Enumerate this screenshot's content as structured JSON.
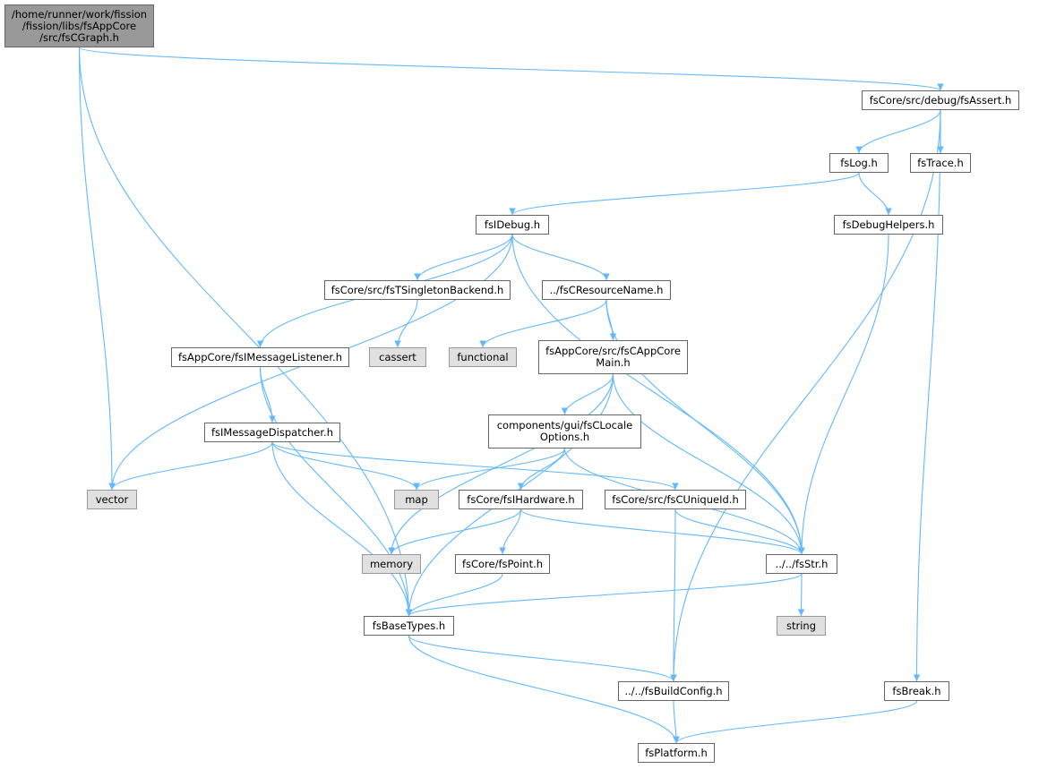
{
  "colors": {
    "edge": "#63b8ff",
    "node_border": "#666666",
    "root_fill": "#999999",
    "system_fill": "#e0e0e0",
    "system_border": "#999999"
  },
  "nodes": [
    {
      "id": "root",
      "label": "/home/runner/work/fission\n/fission/libs/fsAppCore\n/src/fsCGraph.h",
      "kind": "root"
    },
    {
      "id": "fsassert",
      "label": "fsCore/src/debug/fsAssert.h",
      "kind": "file"
    },
    {
      "id": "fslog",
      "label": "fsLog.h",
      "kind": "file"
    },
    {
      "id": "fstrace",
      "label": "fsTrace.h",
      "kind": "file"
    },
    {
      "id": "fsidebug",
      "label": "fsIDebug.h",
      "kind": "file"
    },
    {
      "id": "fsdebughelpers",
      "label": "fsDebugHelpers.h",
      "kind": "file"
    },
    {
      "id": "singleton",
      "label": "fsCore/src/fsTSingletonBackend.h",
      "kind": "file"
    },
    {
      "id": "resname",
      "label": "../fsCResourceName.h",
      "kind": "file"
    },
    {
      "id": "listener",
      "label": "fsAppCore/fsIMessageListener.h",
      "kind": "file"
    },
    {
      "id": "cassert",
      "label": "cassert",
      "kind": "system"
    },
    {
      "id": "functional",
      "label": "functional",
      "kind": "system"
    },
    {
      "id": "appcoremain",
      "label": "fsAppCore/src/fsCAppCore\nMain.h",
      "kind": "file"
    },
    {
      "id": "dispatcher",
      "label": "fsIMessageDispatcher.h",
      "kind": "file"
    },
    {
      "id": "locale",
      "label": "components/gui/fsCLocale\nOptions.h",
      "kind": "file"
    },
    {
      "id": "vector",
      "label": "vector",
      "kind": "system"
    },
    {
      "id": "map",
      "label": "map",
      "kind": "system"
    },
    {
      "id": "hardware",
      "label": "fsCore/fsIHardware.h",
      "kind": "file"
    },
    {
      "id": "uniqueid",
      "label": "fsCore/src/fsCUniqueId.h",
      "kind": "file"
    },
    {
      "id": "memory",
      "label": "memory",
      "kind": "system"
    },
    {
      "id": "point",
      "label": "fsCore/fsPoint.h",
      "kind": "file"
    },
    {
      "id": "fsstr",
      "label": "../../fsStr.h",
      "kind": "file"
    },
    {
      "id": "basetypes",
      "label": "fsBaseTypes.h",
      "kind": "file"
    },
    {
      "id": "string",
      "label": "string",
      "kind": "system"
    },
    {
      "id": "buildconfig",
      "label": "../../fsBuildConfig.h",
      "kind": "file"
    },
    {
      "id": "fsbreak",
      "label": "fsBreak.h",
      "kind": "file"
    },
    {
      "id": "platform",
      "label": "fsPlatform.h",
      "kind": "file"
    }
  ],
  "edges": [
    [
      "root",
      "fsassert"
    ],
    [
      "root",
      "vector"
    ],
    [
      "root",
      "basetypes"
    ],
    [
      "fsassert",
      "fslog"
    ],
    [
      "fsassert",
      "fstrace"
    ],
    [
      "fsassert",
      "buildconfig"
    ],
    [
      "fsassert",
      "fsbreak"
    ],
    [
      "fslog",
      "fsidebug"
    ],
    [
      "fslog",
      "fsdebughelpers"
    ],
    [
      "fsdebughelpers",
      "fsstr"
    ],
    [
      "fsidebug",
      "singleton"
    ],
    [
      "fsidebug",
      "resname"
    ],
    [
      "fsidebug",
      "listener"
    ],
    [
      "fsidebug",
      "vector"
    ],
    [
      "fsidebug",
      "fsstr"
    ],
    [
      "singleton",
      "cassert"
    ],
    [
      "resname",
      "functional"
    ],
    [
      "resname",
      "appcoremain"
    ],
    [
      "resname",
      "fsstr"
    ],
    [
      "listener",
      "dispatcher"
    ],
    [
      "listener",
      "basetypes"
    ],
    [
      "appcoremain",
      "locale"
    ],
    [
      "appcoremain",
      "memory"
    ],
    [
      "appcoremain",
      "basetypes"
    ],
    [
      "appcoremain",
      "fsstr"
    ],
    [
      "dispatcher",
      "vector"
    ],
    [
      "dispatcher",
      "map"
    ],
    [
      "dispatcher",
      "uniqueid"
    ],
    [
      "dispatcher",
      "basetypes"
    ],
    [
      "locale",
      "map"
    ],
    [
      "locale",
      "hardware"
    ],
    [
      "locale",
      "fsstr"
    ],
    [
      "hardware",
      "memory"
    ],
    [
      "hardware",
      "point"
    ],
    [
      "hardware",
      "fsstr"
    ],
    [
      "uniqueid",
      "fsstr"
    ],
    [
      "uniqueid",
      "buildconfig"
    ],
    [
      "point",
      "basetypes"
    ],
    [
      "fsstr",
      "string"
    ],
    [
      "fsstr",
      "basetypes"
    ],
    [
      "basetypes",
      "buildconfig"
    ],
    [
      "basetypes",
      "platform"
    ],
    [
      "buildconfig",
      "platform"
    ],
    [
      "fsbreak",
      "platform"
    ]
  ]
}
